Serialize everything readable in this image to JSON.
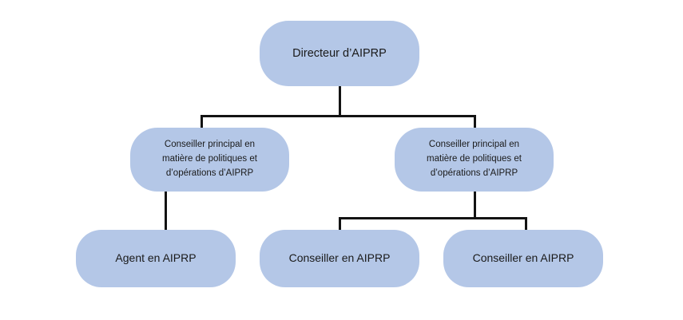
{
  "diagram": {
    "type": "organization-chart",
    "title": "",
    "colors": {
      "node_fill": "#b4c7e7",
      "connector": "#131313",
      "text": "#1a1a1a",
      "background": "#ffffff"
    },
    "nodes": {
      "director": {
        "label": "Directeur d’AIPRP",
        "level": 1
      },
      "senior_advisor_left": {
        "label": "Conseiller principal en\nmatière de politiques et\nd’opérations d’AIPRP",
        "level": 2
      },
      "senior_advisor_right": {
        "label": "Conseiller principal en\nmatière de politiques et\nd’opérations d’AIPRP",
        "level": 2
      },
      "agent": {
        "label": "Agent en AIPRP",
        "level": 3
      },
      "advisor_one": {
        "label": "Conseiller en AIPRP",
        "level": 3
      },
      "advisor_two": {
        "label": "Conseiller en AIPRP",
        "level": 3
      }
    },
    "edges": [
      {
        "from": "director",
        "to": "senior_advisor_left"
      },
      {
        "from": "director",
        "to": "senior_advisor_right"
      },
      {
        "from": "senior_advisor_left",
        "to": "agent"
      },
      {
        "from": "senior_advisor_right",
        "to": "advisor_one"
      },
      {
        "from": "senior_advisor_right",
        "to": "advisor_two"
      }
    ]
  }
}
